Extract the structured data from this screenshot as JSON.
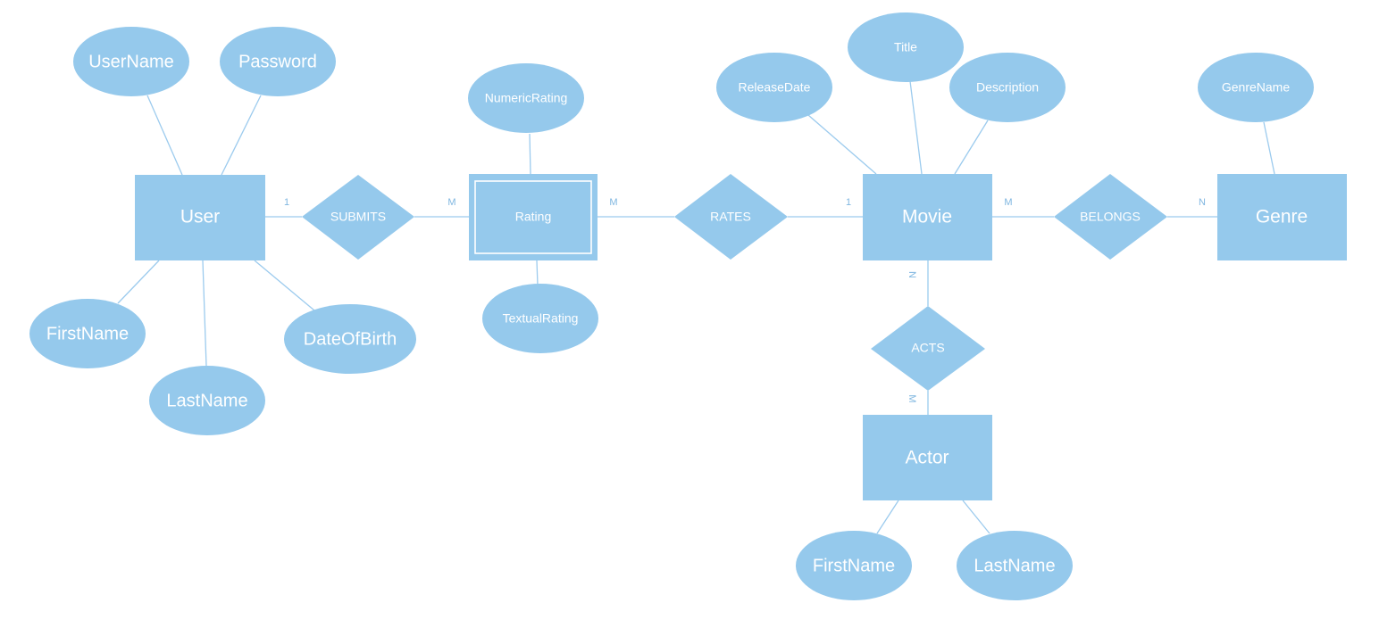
{
  "colors": {
    "shape_fill": "#95c9ec",
    "line": "#9ccbee",
    "text": "#ffffff",
    "cardinality": "#7fb6e0"
  },
  "entities": {
    "user": "User",
    "rating": "Rating",
    "movie": "Movie",
    "genre": "Genre",
    "actor": "Actor"
  },
  "relationships": {
    "submits": "SUBMITS",
    "rates": "RATES",
    "belongs": "BELONGS",
    "acts": "ACTS"
  },
  "attributes": {
    "user": {
      "username": "UserName",
      "password": "Password",
      "firstname": "FirstName",
      "lastname": "LastName",
      "dateofbirth": "DateOfBirth"
    },
    "rating": {
      "numeric": "NumericRating",
      "textual": "TextualRating"
    },
    "movie": {
      "releasedate": "ReleaseDate",
      "title": "Title",
      "description": "Description"
    },
    "genre": {
      "genrename": "GenreName"
    },
    "actor": {
      "firstname": "FirstName",
      "lastname": "LastName"
    }
  },
  "cardinalities": {
    "user_submits": "1",
    "submits_rating": "M",
    "rating_rates": "M",
    "rates_movie": "1",
    "movie_belongs": "M",
    "belongs_genre": "N",
    "movie_acts": "N",
    "acts_actor": "M"
  }
}
